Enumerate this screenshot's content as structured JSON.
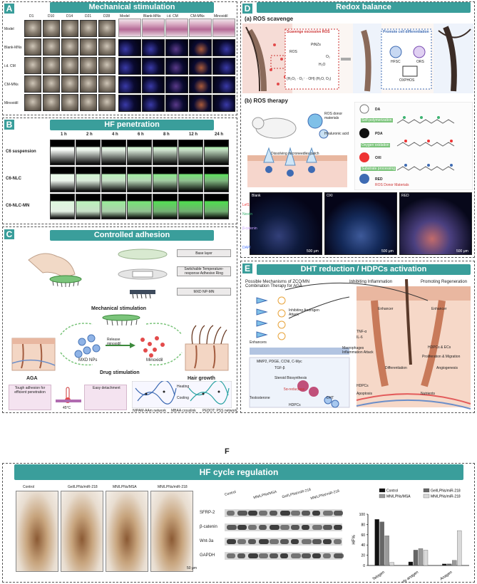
{
  "panelA": {
    "letter": "A",
    "title": "Mechanical stimulation",
    "days": [
      "D1",
      "D10",
      "D14",
      "D21",
      "D28"
    ],
    "rows": [
      "Model",
      "Blank-MNs",
      "i.d. CM",
      "CM-MNs",
      "Minoxidil"
    ],
    "he_cols": [
      "Model",
      "Blank-MNs",
      "i.d. CM",
      "CM-MNs",
      "Minoxidil"
    ]
  },
  "panelB": {
    "letter": "B",
    "title": "HF penetration",
    "times": [
      "1 h",
      "2 h",
      "4 h",
      "6 h",
      "8 h",
      "12 h",
      "24 h"
    ],
    "rows": [
      "C6 suspension",
      "C6-NLC",
      "C6-NLC-MN"
    ]
  },
  "panelC": {
    "letter": "C",
    "title": "Controlled adhesion",
    "layers": [
      "Base layer",
      "Switchable Temperature-response Adhesive Ring",
      "MXD NP-MN"
    ],
    "mech": "Mechanical stimulation",
    "aga": "AGA",
    "mxd_nps": "MXD NPs",
    "release": "Release minoxidil",
    "minoxidil": "Minoxidil",
    "drug": "Drug stimulation",
    "hair": "Hair growth",
    "tough": "Tough adhesion for efficient penetration",
    "temp": "45°C",
    "easy": "Easy detachment",
    "heating": "Heating",
    "cooling": "Cooling",
    "legend": [
      "NIPAM-AAm network",
      "MBAA crosslink",
      "PEDOT: PSS network"
    ]
  },
  "panelD": {
    "letter": "D",
    "title": "Redox balance",
    "a_title": "(a) ROS scavenge",
    "scavenge": "Scavenge excessive ROS",
    "promote": "Promote cell differentiation",
    "ros": "ROS",
    "ptnz": "PtNZs",
    "o2": "O₂",
    "h2o": "H₂O",
    "formula": "(H₂O₂ · O₂⁻ · OH) (H₂O, O₂)",
    "hfsc": "HFSC",
    "ors": "ORS",
    "oxphos": "OXPHOS",
    "b_title": "(b) ROS therapy",
    "ros_donor": "ROS donor materials",
    "hyaluronic": "Hyaluronic acid",
    "dissolving": "Dissolving microneedles patch",
    "chem": [
      "DA",
      "PDA",
      "OXI",
      "RED"
    ],
    "chem_steps": [
      "Self-polymerization",
      "Oxygen oxidation",
      "Substrate processing"
    ],
    "red_note": "ROS Donor Materials",
    "fluo_labels": [
      "Blank",
      "OXI",
      "RED"
    ],
    "fluo_side": [
      "Lef1",
      "Nestin",
      "β-catenin",
      "DAPI"
    ],
    "scale": "500 μm"
  },
  "panelE": {
    "letter": "E",
    "title": "DHT reduction / HDPCs activation",
    "possible": "Possible Mechanisms of ZCQ/MN Combination Therapy for AGA",
    "inhibiting_inflam": "Inhibiting Inflammation",
    "promoting_regen": "Promoting Regeneration",
    "inhibiting_andro": "Inhibiting Androgen Attack",
    "enhancers": "Enhancers",
    "enhancer": "Enhancer",
    "mmp": "MMP2, PDGE, CCNI, C-Myc",
    "tgf": "TGF-β",
    "steroid": "Steroid Biosynthesis",
    "reductase": "5α-reductase",
    "testosterone": "Testosterone",
    "dht": "DHT",
    "hdpcs": "HDPCs",
    "tnf": "TNF-α",
    "il6": "IL-6",
    "macro": "Macrophages Inflammation Attack",
    "hdpcs_ecs": "HDPCs & ECs",
    "prolif": "Proliferation & Migration",
    "diff": "Differentiation",
    "angio": "Angiogenesis",
    "apoptosis": "Apoptosis",
    "nutrients": "Nutrients"
  },
  "panelF": {
    "letter": "F",
    "title": "HF cycle regulation",
    "ihc_labels": [
      "Control",
      "Gel/LPNs/miR-218",
      "MN/LPNs/MSA",
      "MN/LPNs/miR-218"
    ],
    "scale": "50 μm",
    "blot_groups": [
      "Control",
      "MN/LPNs/MSA",
      "Gel/LPNs/miR-218",
      "MN/LPNs/miR-218"
    ],
    "blot_rows": [
      "SFRP-2",
      "β-catenin",
      "Wnt-3a",
      "GAPDH"
    ]
  },
  "chart_data": {
    "type": "bar",
    "categories": [
      "Telogen",
      "Early anagen",
      "Anagen"
    ],
    "series": [
      {
        "name": "Control",
        "values": [
          90,
          7,
          3
        ],
        "color": "#111111"
      },
      {
        "name": "Gel/LPNs/miR-218",
        "values": [
          85,
          30,
          3
        ],
        "color": "#666666"
      },
      {
        "name": "MN/LPNs/MSA",
        "values": [
          58,
          33,
          10
        ],
        "color": "#999999"
      },
      {
        "name": "MN/LPNs/miR-218",
        "values": [
          6,
          30,
          68
        ],
        "color": "#d9d9d9"
      }
    ],
    "ylabel": "HF%",
    "ylim": [
      0,
      100
    ],
    "yticks": [
      0,
      20,
      40,
      60,
      80,
      100
    ],
    "legend": "top"
  }
}
